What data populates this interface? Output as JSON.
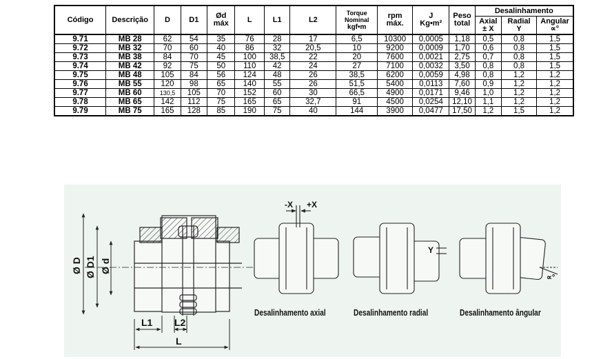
{
  "table": {
    "headers": {
      "codigo": "Código",
      "descricao": "Descrição",
      "d": "D",
      "d1": "D1",
      "od_max": [
        "Ød",
        "máx"
      ],
      "l": "L",
      "l1": "L1",
      "l2": "L2",
      "torque": [
        "Torque",
        "Nominal",
        "kgf•m"
      ],
      "rpm": [
        "rpm",
        "máx."
      ],
      "j": [
        "J",
        "Kg•m²"
      ],
      "peso": [
        "Peso",
        "total"
      ],
      "desalinhamento": "Desalinhamento",
      "axial": [
        "Axial",
        "± X"
      ],
      "radial": [
        "Radial",
        "Y"
      ],
      "angular": [
        "Angular",
        "∝°"
      ]
    },
    "rows": [
      [
        "9.71",
        "MB 28",
        "62",
        "54",
        "35",
        "76",
        "28",
        "17",
        "6,5",
        "10300",
        "0,0005",
        "1,18",
        "0,5",
        "0,8",
        "1,5"
      ],
      [
        "9.72",
        "MB 32",
        "70",
        "60",
        "40",
        "86",
        "32",
        "20,5",
        "10",
        "9200",
        "0,0009",
        "1,70",
        "0,6",
        "0,8",
        "1,5"
      ],
      [
        "9.73",
        "MB 38",
        "84",
        "70",
        "45",
        "100",
        "38,5",
        "22",
        "20",
        "7600",
        "0,0021",
        "2,75",
        "0,7",
        "0,8",
        "1,5"
      ],
      [
        "9.74",
        "MB 42",
        "92",
        "75",
        "50",
        "110",
        "42",
        "24",
        "27",
        "7100",
        "0,0032",
        "3,50",
        "0,8",
        "0,8",
        "1,5"
      ],
      [
        "9.75",
        "MB 48",
        "105",
        "84",
        "56",
        "124",
        "48",
        "26",
        "38,5",
        "6200",
        "0,0059",
        "4,98",
        "0,8",
        "1,2",
        "1,2"
      ],
      [
        "9.76",
        "MB 55",
        "120",
        "98",
        "65",
        "140",
        "55",
        "26",
        "51,5",
        "5400",
        "0,0113",
        "7,60",
        "0,9",
        "1,2",
        "1,2"
      ],
      [
        "9.77",
        "MB 60",
        "130,5",
        "105",
        "70",
        "152",
        "60",
        "30",
        "66,5",
        "4900",
        "0,0171",
        "9,46",
        "1,0",
        "1,2",
        "1,2"
      ],
      [
        "9.78",
        "MB 65",
        "142",
        "112",
        "75",
        "165",
        "65",
        "32,7",
        "91",
        "4500",
        "0,0254",
        "12,10",
        "1,1",
        "1,2",
        "1,2"
      ],
      [
        "9.79",
        "MB 75",
        "165",
        "128",
        "85",
        "190",
        "75",
        "40",
        "144",
        "3900",
        "0,0477",
        "17,50",
        "1,2",
        "1,5",
        "1,2"
      ]
    ]
  },
  "drawing": {
    "labels": {
      "od": "Ø D",
      "od1": "Ø D1",
      "od_small": "Ø d",
      "l1": "L1",
      "l2": "L2",
      "l": "L",
      "minus_x": "-X",
      "plus_x": "+X",
      "y": "Y",
      "alpha": "∝°"
    },
    "captions": {
      "axial": "Desalinhamento axial",
      "radial": "Desalinhamento radial",
      "angular": "Desalinhamento ângular"
    }
  },
  "colors": {
    "panel_background": "#eef4ef",
    "line": "#222222"
  }
}
